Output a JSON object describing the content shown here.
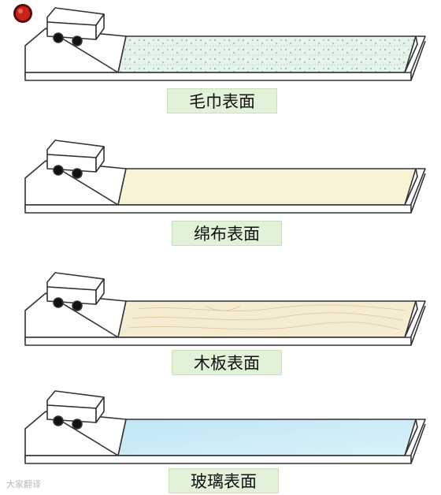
{
  "panels": [
    {
      "label": "毛巾表面",
      "surface": "towel",
      "color": "#dcefe2"
    },
    {
      "label": "绵布表面",
      "surface": "cotton",
      "color": "#f7f3d6"
    },
    {
      "label": "木板表面",
      "surface": "wood",
      "color": "#f5ecd2"
    },
    {
      "label": "玻璃表面",
      "surface": "glass",
      "color": "#c9ecf5"
    }
  ],
  "watermark": "大家翻译"
}
